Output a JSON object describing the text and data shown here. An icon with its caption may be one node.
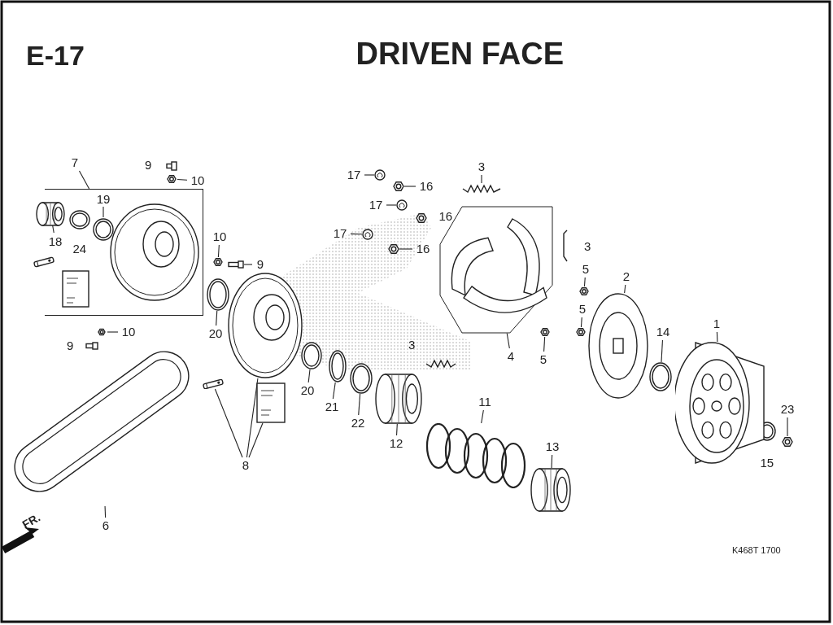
{
  "diagram": {
    "title": "DRIVEN FACE",
    "nodes": [
      {
        "text": [
          "10"
        ]
      },
      {
        "text": [],
        "shape": "picture"
      },
      {
        "text": [
          "7"
        ]
      },
      {
        "text": [],
        "shape": "box"
      },
      {
        "text": [
          "18"
        ],
        "in": 3
      },
      {
        "text": [],
        "shape": "picture",
        "in": 3
      },
      {
        "text": [
          "19"
        ],
        "in": 3
      },
      {
        "text": [],
        "shape": "picture",
        "in": 3
      },
      {
        "text": [
          "10"
        ]
      },
      {
        "text": [],
        "shape": "picture"
      },
      {
        "text": [
          "9"
        ]
      },
      {
        "text": [],
        "shape": "picture"
      },
      {
        "text": [
          "20"
        ]
      },
      {
        "text": [],
        "shape": "picture"
      },
      {
        "text": [
          "10"
        ]
      },
      {
        "text": [],
        "shape": "picture"
      },
      {
        "text": [
          "6"
        ]
      },
      {
        "text": [],
        "shape": "picture"
      },
      {
        "text": [
          "8"
        ]
      },
      {
        "text": [],
        "shape": "picture"
      },
      {
        "text": [],
        "shape": "picture"
      },
      {
        "text": [],
        "shape": "picture"
      },
      {
        "text": [
          "20"
        ]
      },
      {
        "text": [],
        "shape": "picture"
      },
      {
        "text": [
          "21"
        ]
      },
      {
        "text": [],
        "shape": "picture"
      },
      {
        "text": [
          "22"
        ]
      },
      {
        "text": [],
        "shape": "picture"
      },
      {
        "text": [
          "12"
        ]
      },
      {
        "text": [],
        "shape": "picture"
      },
      {
        "text": [
          "11"
        ]
      },
      {
        "text": [],
        "shape": "picture"
      },
      {
        "text": [
          "13"
        ]
      },
      {
        "text": [],
        "shape": "picture"
      },
      {
        "text": [
          "17"
        ]
      },
      {
        "text": [],
        "shape": "picture"
      },
      {
        "text": [
          "16"
        ]
      },
      {
        "text": [],
        "shape": "picture"
      },
      {
        "text": [
          "17"
        ]
      },
      {
        "text": [],
        "shape": "picture"
      },
      {
        "text": [
          "17"
        ]
      },
      {
        "text": [],
        "shape": "picture"
      },
      {
        "text": [
          "16"
        ]
      },
      {
        "text": [],
        "shape": "picture"
      },
      {
        "text": [
          "3"
        ]
      },
      {
        "text": [],
        "shape": "picture"
      },
      {
        "text": [
          "4"
        ]
      },
      {
        "text": [],
        "shape": "picture"
      },
      {
        "text": [
          "5"
        ]
      },
      {
        "text": [],
        "shape": "picture"
      },
      {
        "text": [
          "5"
        ]
      },
      {
        "text": [],
        "shape": "picture"
      },
      {
        "text": [
          "5"
        ]
      },
      {
        "text": [],
        "shape": "picture"
      },
      {
        "text": [
          "2"
        ]
      },
      {
        "text": [],
        "shape": "picture"
      },
      {
        "text": [
          "14"
        ]
      },
      {
        "text": [],
        "shape": "picture"
      },
      {
        "text": [
          "1"
        ]
      },
      {
        "text": [],
        "shape": "picture"
      },
      {
        "text": [
          "23"
        ]
      },
      {
        "text": [],
        "shape": "picture"
      }
    ],
    "edges": [
      {
        "from": 0,
        "to": 1,
        "arrow": "none"
      },
      {
        "from": 2,
        "to": 3,
        "arrow": "none"
      },
      {
        "from": 4,
        "to": 5,
        "arrow": "none"
      },
      {
        "from": 6,
        "to": 7,
        "arrow": "none"
      },
      {
        "from": 8,
        "to": 9,
        "arrow": "none"
      },
      {
        "from": 10,
        "to": 11,
        "arrow": "none"
      },
      {
        "from": 12,
        "to": 13,
        "arrow": "none"
      },
      {
        "from": 14,
        "to": 15,
        "arrow": "none"
      },
      {
        "from": 16,
        "to": 17,
        "arrow": "none"
      },
      {
        "from": 18,
        "to": 19,
        "arrow": "none"
      },
      {
        "from": 18,
        "to": 20,
        "arrow": "none"
      },
      {
        "from": 18,
        "to": 21,
        "arrow": "none"
      },
      {
        "from": 22,
        "to": 23,
        "arrow": "none"
      },
      {
        "from": 24,
        "to": 25,
        "arrow": "none"
      },
      {
        "from": 26,
        "to": 27,
        "arrow": "none"
      },
      {
        "from": 28,
        "to": 29,
        "arrow": "none"
      },
      {
        "from": 30,
        "to": 31,
        "arrow": "none"
      },
      {
        "from": 32,
        "to": 33,
        "arrow": "none"
      },
      {
        "from": 34,
        "to": 35,
        "arrow": "none"
      },
      {
        "from": 36,
        "to": 37,
        "arrow": "none"
      },
      {
        "from": 38,
        "to": 39,
        "arrow": "none"
      },
      {
        "from": 40,
        "to": 41,
        "arrow": "none"
      },
      {
        "from": 42,
        "to": 43,
        "arrow": "none"
      },
      {
        "from": 44,
        "to": 45,
        "arrow": "none"
      },
      {
        "from": 46,
        "to": 47,
        "arrow": "none"
      },
      {
        "from": 48,
        "to": 49,
        "arrow": "none"
      },
      {
        "from": 50,
        "to": 51,
        "arrow": "none"
      },
      {
        "from": 52,
        "to": 53,
        "arrow": "none"
      },
      {
        "from": 54,
        "to": 55,
        "arrow": "none"
      },
      {
        "from": 56,
        "to": 57,
        "arrow": "none"
      },
      {
        "from": 58,
        "to": 59,
        "arrow": "none"
      },
      {
        "from": 60,
        "to": 61,
        "arrow": "none"
      }
    ],
    "labels": [
      "E-17",
      "9",
      "24",
      "16",
      "3",
      "9",
      "3",
      "15",
      "FR.",
      "K468T 1700"
    ]
  }
}
